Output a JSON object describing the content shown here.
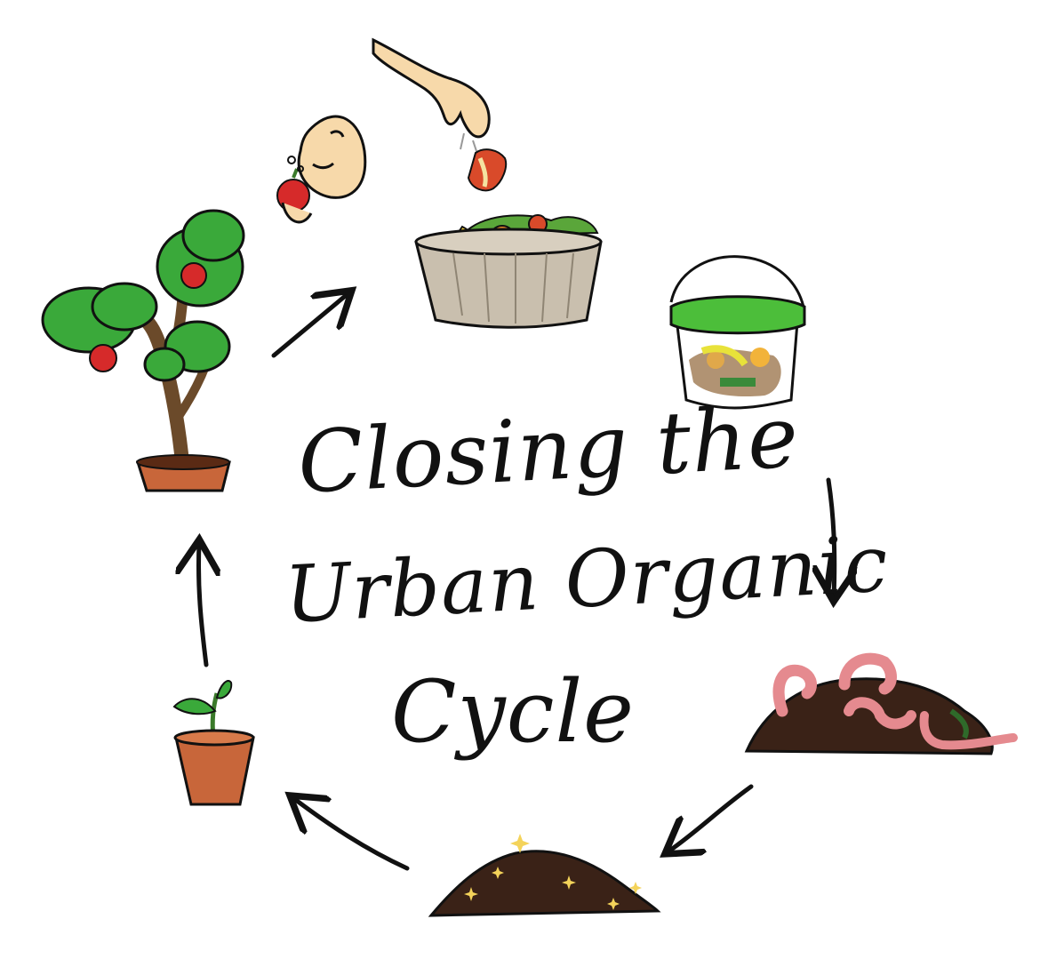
{
  "title": {
    "line1": "Closing the",
    "line2": "Urban Organic",
    "line3": "Cycle"
  },
  "stages": [
    {
      "id": "apple-tree",
      "icon": "apple-tree-icon"
    },
    {
      "id": "person-eating-apple",
      "icon": "person-eating-icon"
    },
    {
      "id": "hand-dropping-core",
      "icon": "hand-icon"
    },
    {
      "id": "compost-bin",
      "icon": "compost-bin-icon"
    },
    {
      "id": "green-lid-bucket",
      "icon": "bucket-icon"
    },
    {
      "id": "worm-compost-pile",
      "icon": "worm-pile-icon"
    },
    {
      "id": "finished-compost",
      "icon": "compost-soil-icon"
    },
    {
      "id": "seedling-pot",
      "icon": "seedling-icon"
    }
  ],
  "colors": {
    "ink": "#111111",
    "leaf": "#3aa93a",
    "apple": "#d62a2a",
    "pot": "#c8663a",
    "bin": "#c9bfae",
    "bucket_lid": "#4cbe3a",
    "soil": "#3a2217",
    "worm": "#e58a8f",
    "skin": "#f7d9aa"
  }
}
